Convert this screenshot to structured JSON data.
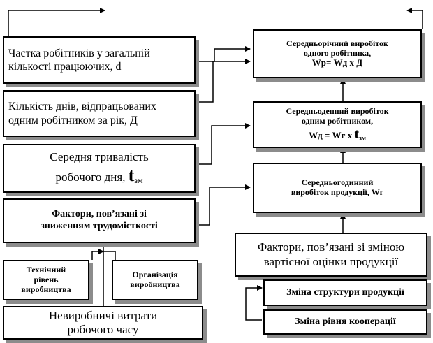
{
  "left": {
    "share": {
      "line1": "Частка робітників у загальній",
      "line2": "кількості працюючих, d"
    },
    "days": {
      "line1": "Кількість днів, відпрацьованих",
      "line2": "одним робітником за рік, Д"
    },
    "duration": {
      "line1": "Середня тривалість",
      "line2_prefix": "робочого дня, ",
      "line2_symbol": "t",
      "line2_sub": "зм"
    },
    "labour": {
      "line1": "Фактори, пов’язані зі",
      "line2": "зниженням трудомісткості"
    },
    "tech": {
      "line1": "Технічний",
      "line2": "рівень",
      "line3": "виробництва"
    },
    "org": {
      "line1": "Організація",
      "line2": "виробництва"
    },
    "loss": {
      "line1": "Невиробничі витрати",
      "line2": "робочого часу"
    }
  },
  "right": {
    "annual": {
      "line1": "Середньорічний  виробіток",
      "line2": "одного робітника,",
      "formula": "Wр= Wд  х Д"
    },
    "daily": {
      "line1": "Середньоденний виробіток",
      "line2": "одним робітником,",
      "formula_prefix": "Wд = Wг  х  ",
      "formula_symbol": "t",
      "formula_sub": "зм"
    },
    "hourly": {
      "line1": "Середньогодинний",
      "line2": "виробіток продукції, Wг"
    },
    "valuation": {
      "line1": "Фактори, пов’язані зі зміною",
      "line2": "вартісної оцінки продукції"
    },
    "structure": {
      "label": "Зміна структури продукції"
    },
    "cooperation": {
      "label": "Зміна рівня кооперації"
    }
  }
}
